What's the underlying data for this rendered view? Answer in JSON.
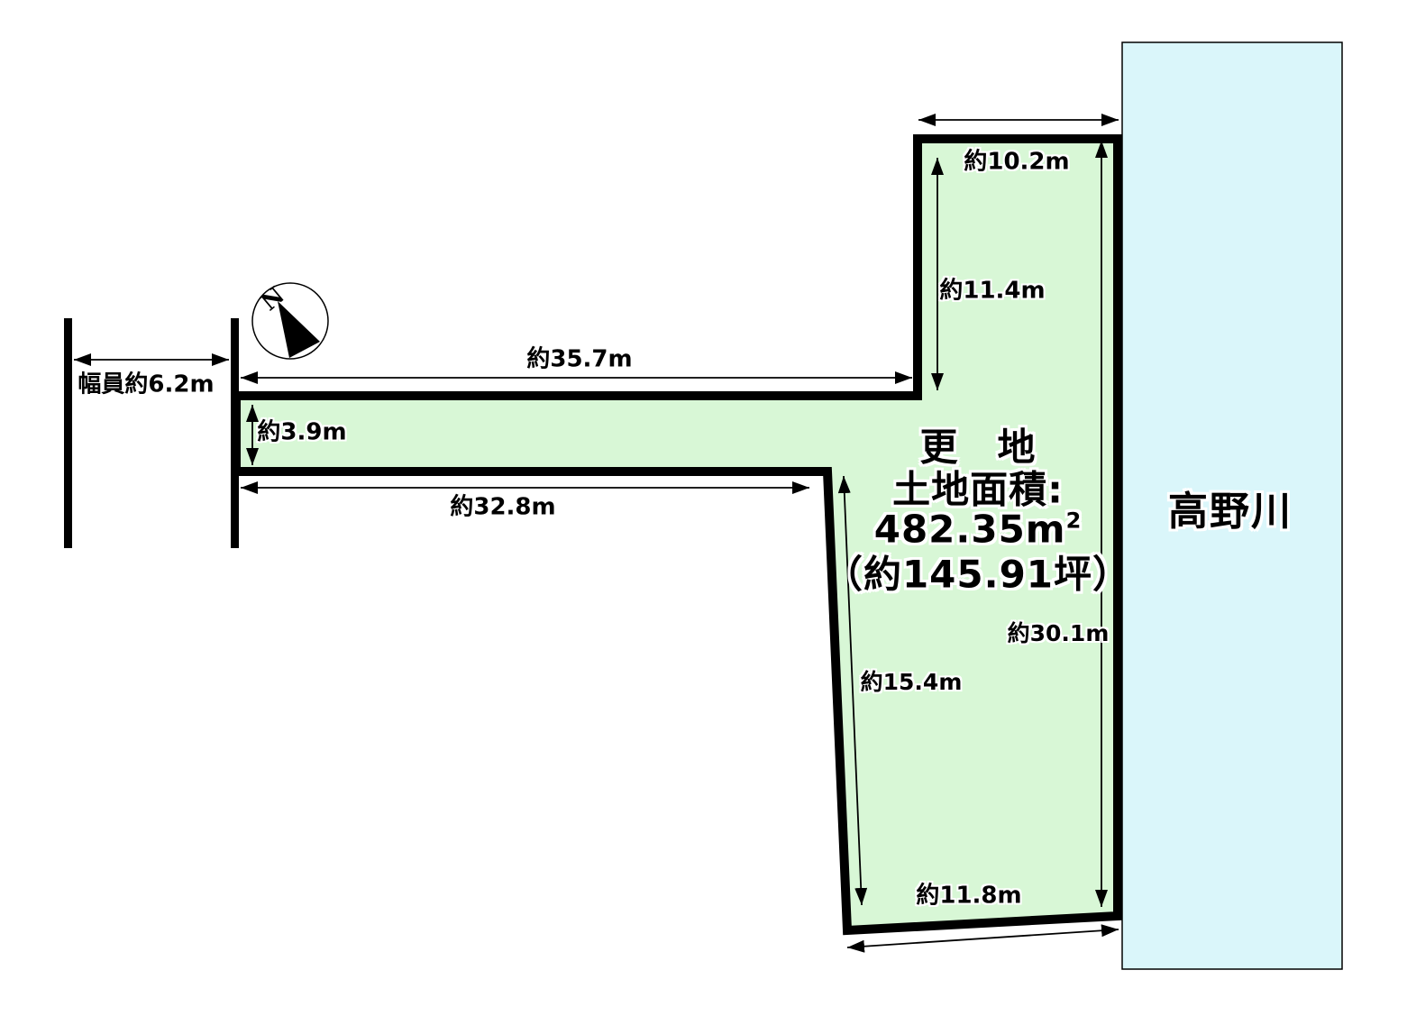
{
  "compass": {
    "north_label": "N"
  },
  "road": {
    "width_label": "幅員約6.2m"
  },
  "river": {
    "name": "高野川",
    "fill": "#daf6fa"
  },
  "parcel": {
    "fill": "#d8f7d6",
    "status": "更　地",
    "area_caption": "土地面積:",
    "area_value": "482.35",
    "area_unit": "m",
    "area_superscript": "2",
    "area_tsubo": "（約145.91坪）",
    "dimensions": {
      "top_width": "約10.2m",
      "upper_height": "約11.4m",
      "approach_top": "約35.7m",
      "approach_width": "約3.9m",
      "approach_bottom": "約32.8m",
      "lower_left_edge": "約15.4m",
      "right_height": "約30.1m",
      "bottom_width": "約11.8m"
    }
  }
}
